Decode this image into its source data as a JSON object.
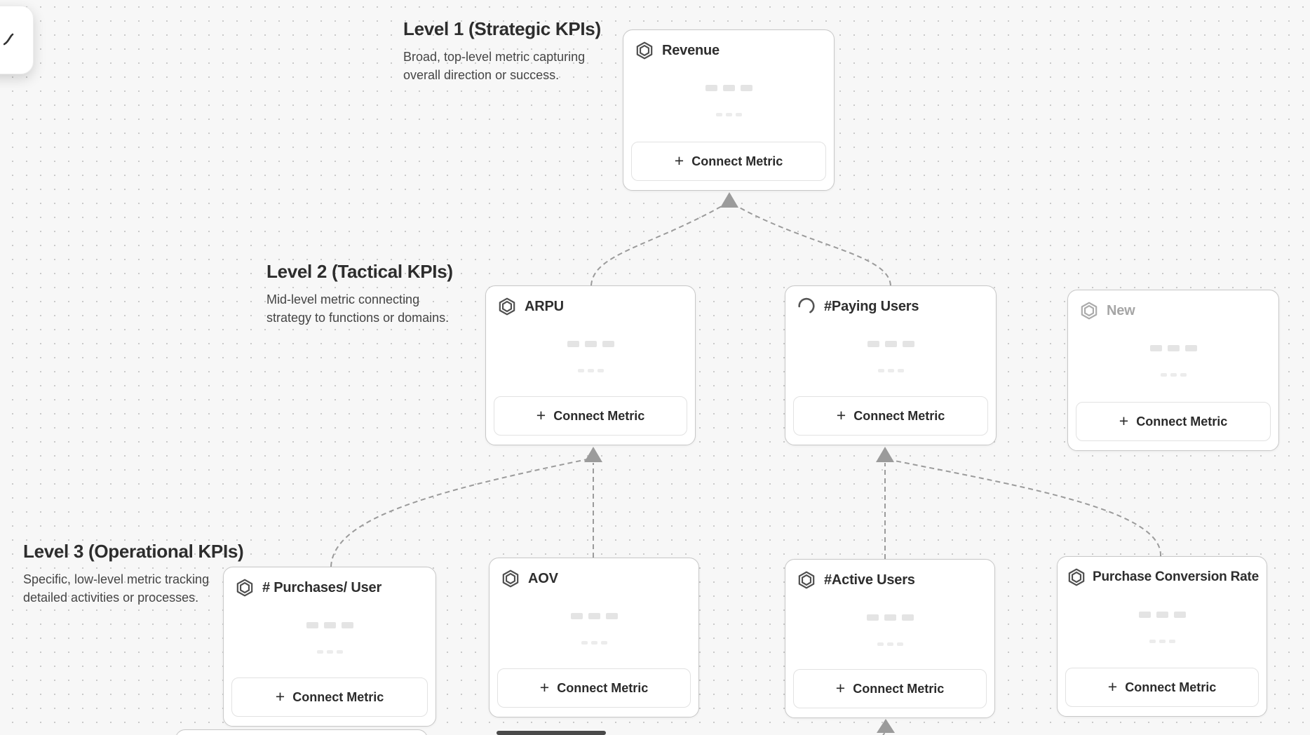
{
  "canvas": {
    "levels": [
      {
        "title": "Level 1 (Strategic KPIs)",
        "lines": [
          "Broad, top-level metric capturing",
          "overall direction or success."
        ]
      },
      {
        "title": "Level 2 (Tactical KPIs)",
        "lines": [
          "Mid-level metric connecting",
          "strategy to functions or domains."
        ]
      },
      {
        "title": "Level 3 (Operational KPIs)",
        "lines": [
          "Specific, low-level metric tracking",
          "detailed activities or processes."
        ]
      }
    ],
    "cards": [
      {
        "title": "Revenue",
        "icon": "hexagon",
        "level": 1
      },
      {
        "title": "ARPU",
        "icon": "hexagon",
        "level": 2
      },
      {
        "title": "#Paying Users",
        "icon": "spinner-loading",
        "level": 2
      },
      {
        "title": "New",
        "icon": "hexagon",
        "level": 2,
        "state": "draft"
      },
      {
        "title": "# Purchases/ User",
        "icon": "hexagon",
        "level": 3
      },
      {
        "title": "AOV",
        "icon": "hexagon",
        "level": 3
      },
      {
        "title": "#Active Users",
        "icon": "hexagon",
        "level": 3
      },
      {
        "title": "Purchase Conversion Rate",
        "icon": "hexagon",
        "level": 3
      }
    ],
    "connect_metric_label": "Connect Metric",
    "icons": {
      "plus": "+"
    },
    "colors": {
      "canvas_bg": "#f7f7f7",
      "dot_grid": "#c9c9c9",
      "card_border": "#c8c8c8",
      "connector": "#9b9b9b",
      "title_text": "#2e2e2e",
      "draft_text": "#a6a6a6",
      "scrollbar_thumb": "#4a4a4a"
    }
  }
}
